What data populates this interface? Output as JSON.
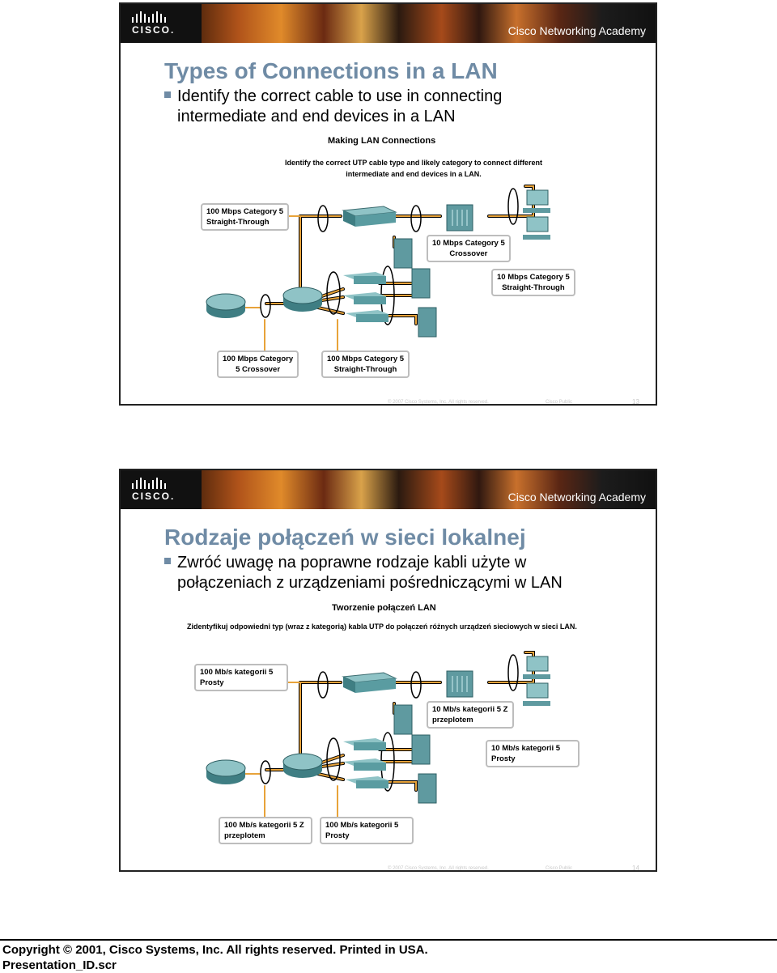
{
  "slides": [
    {
      "banner": {
        "logo": "cisco",
        "academy": "Cisco Networking Academy"
      },
      "title": "Types of Connections in a LAN",
      "bullet": {
        "line1": "Identify the correct cable to use in connecting",
        "line2": "intermediate and end devices in a LAN"
      },
      "diagram": {
        "title": "Making LAN Connections",
        "subtitle_line1": "Identify the correct UTP cable type and likely category to connect different",
        "subtitle_line2": "intermediate and end devices in a LAN.",
        "labels": {
          "top_left": [
            "100 Mbps Category 5",
            "Straight-Through"
          ],
          "crossover_right": [
            "10 Mbps Category 5",
            "Crossover"
          ],
          "straight_right": [
            "10 Mbps Category 5",
            "Straight-Through"
          ],
          "bottom_left": [
            "100 Mbps Category",
            "5 Crossover"
          ],
          "bottom_mid": [
            "100 Mbps Category 5",
            "Straight-Through"
          ]
        }
      },
      "footer": {
        "copyright": "© 2007 Cisco Systems, Inc. All rights reserved.",
        "public": "Cisco Public",
        "page": "13"
      }
    },
    {
      "banner": {
        "logo": "cisco",
        "academy": "Cisco Networking Academy"
      },
      "title": "Rodzaje połączeń w sieci lokalnej",
      "bullet": {
        "line1": "Zwróć uwagę na poprawne rodzaje kabli użyte w",
        "line2": "połączeniach z urządzeniami pośredniczącymi w LAN"
      },
      "diagram": {
        "title": "Tworzenie połączeń LAN",
        "subtitle_line1": "Zidentyfikuj odpowiedni typ (wraz z kategorią) kabla UTP do połączeń różnych urządzeń sieciowych w sieci LAN.",
        "subtitle_line2": "",
        "labels": {
          "top_left": [
            "100 Mb/s kategorii 5",
            "Prosty"
          ],
          "crossover_right": [
            "10 Mb/s kategorii 5 Z",
            "przeplotem"
          ],
          "straight_right": [
            "10 Mb/s kategorii 5",
            "Prosty"
          ],
          "bottom_left": [
            "100 Mb/s kategorii 5 Z",
            "przeplotem"
          ],
          "bottom_mid": [
            "100 Mb/s kategorii 5",
            "Prosty"
          ]
        }
      },
      "footer": {
        "copyright": "© 2007 Cisco Systems, Inc. All rights reserved.",
        "public": "Cisco Public",
        "page": "14"
      }
    }
  ],
  "page_footer": {
    "line1": "Copyright © 2001, Cisco Systems, Inc. All rights reserved. Printed in USA.",
    "line2": "Presentation_ID.scr"
  },
  "colors": {
    "title": "#6f8ba5",
    "cable": "#e8a33a",
    "device": "#4f8a90"
  }
}
